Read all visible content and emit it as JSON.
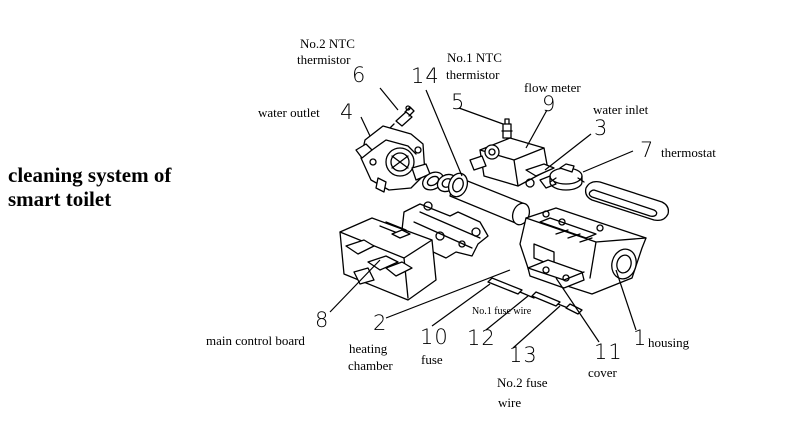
{
  "title": {
    "line1": "cleaning system of",
    "line2": "smart toilet"
  },
  "labels": {
    "ntc2_line1": "No.2 NTC",
    "ntc2_line2": "thermistor",
    "ntc1_line1": "No.1 NTC",
    "ntc1_line2": "thermistor",
    "flow_meter": "flow meter",
    "water_inlet": "water inlet",
    "water_outlet": "water outlet",
    "thermostat": "thermostat",
    "main_control_board": "main control board",
    "heating_line1": "heating",
    "heating_line2": "chamber",
    "fuse": "fuse",
    "fuse_wire1": "No.1 fuse wire",
    "fuse_wire2_line1": "No.2 fuse",
    "fuse_wire2_line2": "wire",
    "cover": "cover",
    "housing": "housing"
  },
  "numbers": {
    "n1": "1",
    "n2": "2",
    "n3": "3",
    "n4": "4",
    "n5": "5",
    "n6": "6",
    "n7": "7",
    "n8": "8",
    "n9": "9",
    "n10": "10",
    "n11": "11",
    "n12": "12",
    "n13": "13",
    "n14": "14"
  }
}
